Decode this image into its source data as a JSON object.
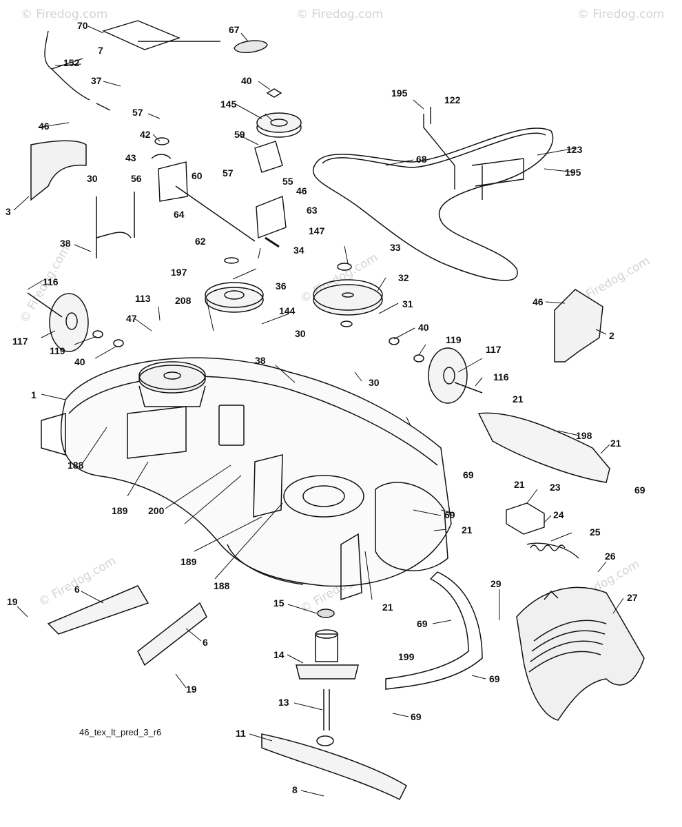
{
  "diagram": {
    "caption": "46_tex_lt_pred_3_r6",
    "watermark": "© Firedog.com",
    "part_numbers": [
      "70",
      "67",
      "152",
      "7",
      "37",
      "40",
      "145",
      "57",
      "42",
      "43",
      "60",
      "56",
      "64",
      "59",
      "57",
      "55",
      "46",
      "63",
      "147",
      "62",
      "34",
      "197",
      "36",
      "144",
      "208",
      "113",
      "47",
      "1",
      "188",
      "189",
      "200",
      "189",
      "188",
      "30",
      "38",
      "30",
      "116",
      "117",
      "119",
      "40",
      "46",
      "3",
      "30",
      "38",
      "195",
      "122",
      "123",
      "195",
      "68",
      "33",
      "32",
      "31",
      "40",
      "119",
      "117",
      "116",
      "46",
      "2",
      "21",
      "198",
      "21",
      "69",
      "69",
      "21",
      "23",
      "24",
      "25",
      "69",
      "21",
      "26",
      "27",
      "29",
      "69",
      "199",
      "69",
      "69",
      "15",
      "14",
      "13",
      "11",
      "8",
      "21",
      "19",
      "6",
      "6",
      "19"
    ]
  }
}
